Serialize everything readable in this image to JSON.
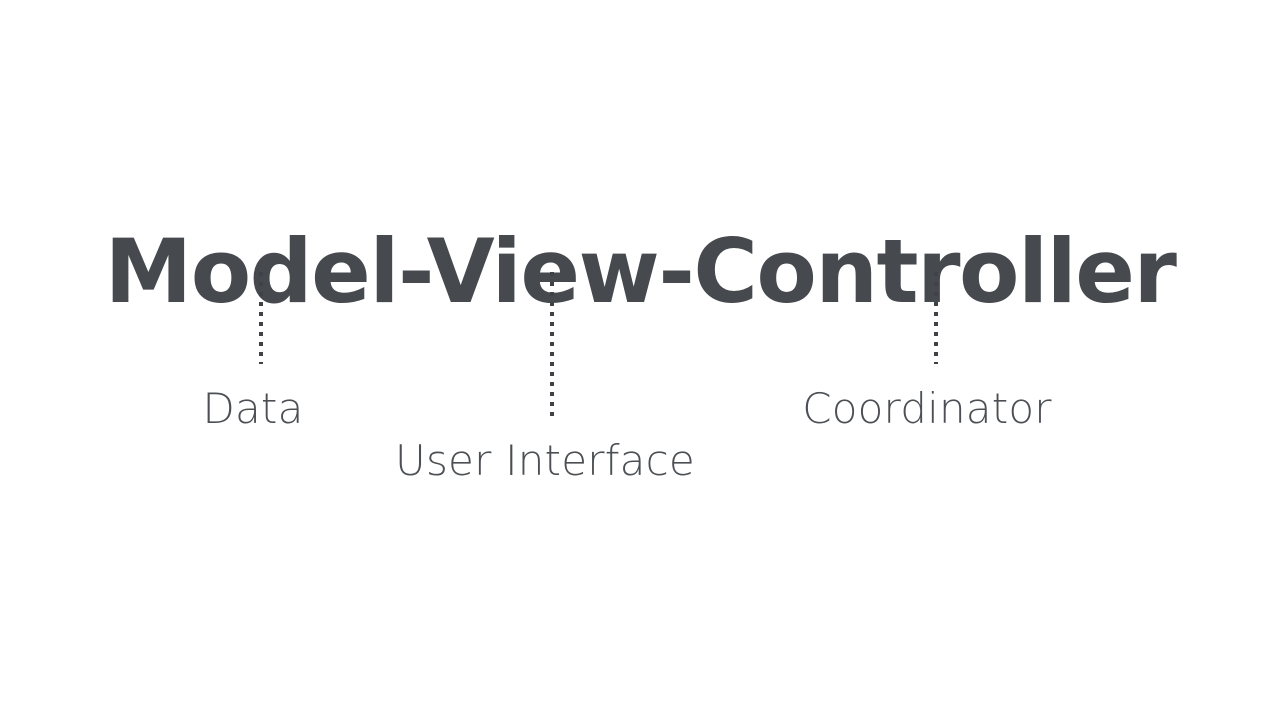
{
  "slide": {
    "background_color": "#ffffff",
    "title": "Model-View-Controller",
    "title_color": "#464a4e",
    "connector_color": "#3f4246",
    "label_color": "#4c5054",
    "parts": [
      {
        "id": "model",
        "term": "Model",
        "label": "Data",
        "connector_name": "dotted-line-icon"
      },
      {
        "id": "view",
        "term": "View",
        "label": "User Interface",
        "connector_name": "dotted-line-icon"
      },
      {
        "id": "controller",
        "term": "Controller",
        "label": "Coordinator",
        "connector_name": "dotted-line-icon"
      }
    ]
  }
}
